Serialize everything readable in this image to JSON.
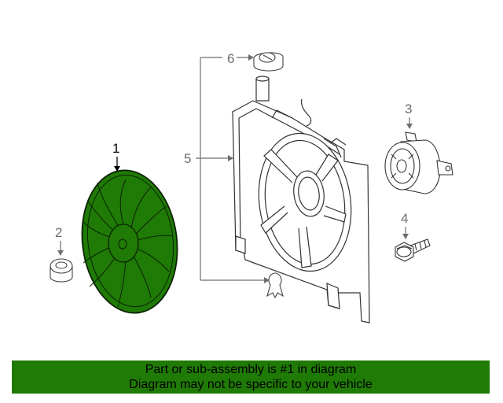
{
  "callouts": {
    "fan": "1",
    "cap": "2",
    "motor": "3",
    "bolt": "4",
    "shroud": "5",
    "reservoir_cap": "6"
  },
  "colors": {
    "highlight_fill": "#1f7a06",
    "line": "#6e6e6e",
    "banner": "#1f7a06"
  },
  "banner": {
    "line1": "Part or sub-assembly is #1 in diagram",
    "line2": "Diagram may not be specific to your vehicle"
  }
}
